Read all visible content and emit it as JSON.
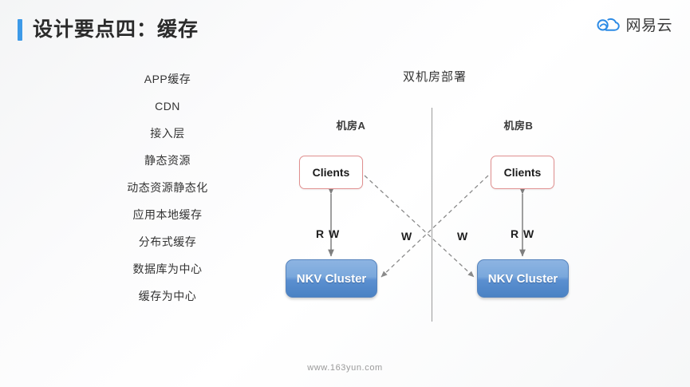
{
  "header": {
    "title": "设计要点四：缓存",
    "accent_color": "#3d9ae8",
    "logo_text": "网易云",
    "logo_icon": "cloud-icon",
    "logo_color": "#2b8ae5"
  },
  "left_list": {
    "items": [
      {
        "label": "APP缓存"
      },
      {
        "label": "CDN"
      },
      {
        "label": "接入层"
      },
      {
        "label": "静态资源"
      },
      {
        "label": "动态资源静态化"
      },
      {
        "label": "应用本地缓存"
      },
      {
        "label": "分布式缓存"
      },
      {
        "label": "数据库为中心"
      },
      {
        "label": "缓存为中心"
      }
    ]
  },
  "diagram": {
    "title": "双机房部署",
    "datacenter_a": {
      "label": "机房A",
      "clients_label": "Clients",
      "cluster_label": "NKV Cluster",
      "local_link_label": "R W"
    },
    "datacenter_b": {
      "label": "机房B",
      "clients_label": "Clients",
      "cluster_label": "NKV Cluster",
      "local_link_label": "R W"
    },
    "cross_links": [
      {
        "label": "W"
      },
      {
        "label": "W"
      }
    ],
    "colors": {
      "clients_border": "#e08f8f",
      "cluster_top": "#8db4e2",
      "cluster_bottom": "#4a82c4",
      "arrow": "#7f7f7f",
      "divider": "#9b9b9b"
    }
  },
  "footer": {
    "url": "www.163yun.com"
  }
}
